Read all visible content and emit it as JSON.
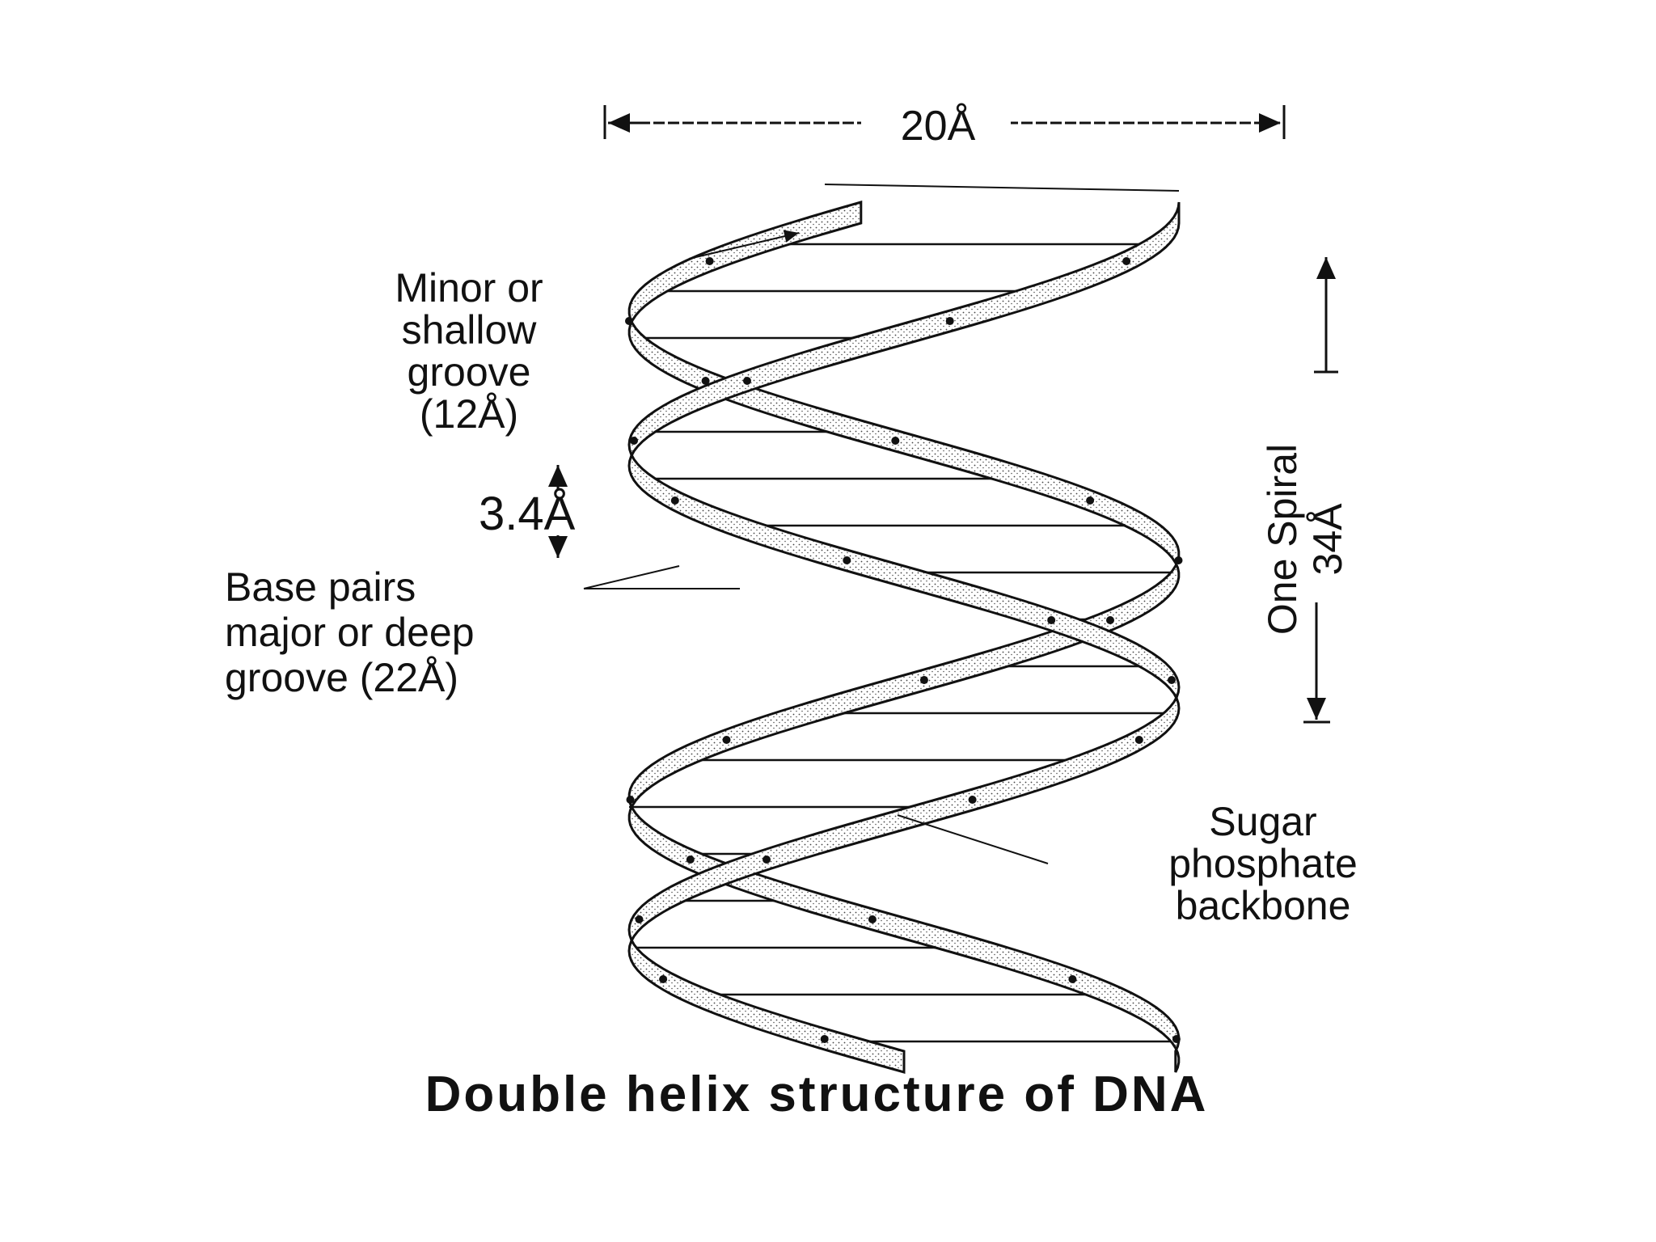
{
  "title": "Double helix structure of DNA",
  "labels": {
    "helix_width": "20Å",
    "minor_groove": [
      "Minor or",
      "shallow",
      "groove",
      "(12Å)"
    ],
    "base_rise": "3.4Å",
    "base_pairs_major_groove": [
      "Base pairs",
      "major or deep",
      "groove (22Å)"
    ],
    "one_spiral": [
      "One Spiral",
      "34Å"
    ],
    "backbone": [
      "Sugar",
      "phosphate",
      "backbone"
    ]
  }
}
